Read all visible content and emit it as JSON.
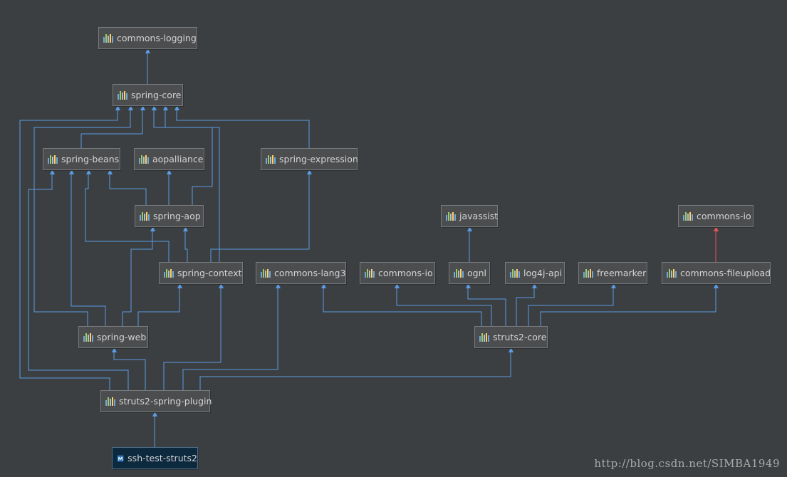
{
  "colors": {
    "background": "#3c3f41",
    "edge": "#5a9be3",
    "edge_conflict": "#e05555"
  },
  "nodes": [
    {
      "id": "commons-logging",
      "label": "commons-logging",
      "icon": "library-icon"
    },
    {
      "id": "spring-core",
      "label": "spring-core",
      "icon": "library-icon"
    },
    {
      "id": "spring-beans",
      "label": "spring-beans",
      "icon": "library-icon"
    },
    {
      "id": "aopalliance",
      "label": "aopalliance",
      "icon": "library-icon"
    },
    {
      "id": "spring-expression",
      "label": "spring-expression",
      "icon": "library-icon"
    },
    {
      "id": "spring-aop",
      "label": "spring-aop",
      "icon": "library-icon"
    },
    {
      "id": "javassist",
      "label": "javassist",
      "icon": "library-icon"
    },
    {
      "id": "commons-io-top",
      "label": "commons-io",
      "icon": "library-icon"
    },
    {
      "id": "spring-context",
      "label": "spring-context",
      "icon": "library-icon"
    },
    {
      "id": "commons-lang3",
      "label": "commons-lang3",
      "icon": "library-icon"
    },
    {
      "id": "commons-io",
      "label": "commons-io",
      "icon": "library-icon"
    },
    {
      "id": "ognl",
      "label": "ognl",
      "icon": "library-icon"
    },
    {
      "id": "log4j-api",
      "label": "log4j-api",
      "icon": "library-icon"
    },
    {
      "id": "freemarker",
      "label": "freemarker",
      "icon": "library-icon"
    },
    {
      "id": "commons-fileupload",
      "label": "commons-fileupload",
      "icon": "library-icon"
    },
    {
      "id": "spring-web",
      "label": "spring-web",
      "icon": "library-icon"
    },
    {
      "id": "struts2-core",
      "label": "struts2-core",
      "icon": "library-icon"
    },
    {
      "id": "struts2-spring-plugin",
      "label": "struts2-spring-plugin",
      "icon": "library-icon"
    },
    {
      "id": "ssh-test-struts2",
      "label": "ssh-test-struts2",
      "icon": "maven-module-icon",
      "root": true
    }
  ],
  "edges": [
    {
      "from": "spring-core",
      "to": "commons-logging"
    },
    {
      "from": "spring-beans",
      "to": "spring-core"
    },
    {
      "from": "spring-expression",
      "to": "spring-core"
    },
    {
      "from": "spring-aop",
      "to": "spring-beans"
    },
    {
      "from": "spring-aop",
      "to": "aopalliance"
    },
    {
      "from": "spring-aop",
      "to": "spring-core"
    },
    {
      "from": "spring-context",
      "to": "spring-aop"
    },
    {
      "from": "spring-context",
      "to": "spring-beans"
    },
    {
      "from": "spring-context",
      "to": "spring-core"
    },
    {
      "from": "spring-context",
      "to": "spring-expression"
    },
    {
      "from": "spring-web",
      "to": "spring-beans"
    },
    {
      "from": "spring-web",
      "to": "spring-aop"
    },
    {
      "from": "spring-web",
      "to": "spring-core"
    },
    {
      "from": "spring-web",
      "to": "spring-context"
    },
    {
      "from": "ognl",
      "to": "javassist"
    },
    {
      "from": "commons-fileupload",
      "to": "commons-io-top",
      "conflict": true
    },
    {
      "from": "struts2-core",
      "to": "commons-lang3"
    },
    {
      "from": "struts2-core",
      "to": "commons-io"
    },
    {
      "from": "struts2-core",
      "to": "ognl"
    },
    {
      "from": "struts2-core",
      "to": "log4j-api"
    },
    {
      "from": "struts2-core",
      "to": "freemarker"
    },
    {
      "from": "struts2-core",
      "to": "commons-fileupload"
    },
    {
      "from": "struts2-spring-plugin",
      "to": "spring-beans"
    },
    {
      "from": "struts2-spring-plugin",
      "to": "spring-core"
    },
    {
      "from": "struts2-spring-plugin",
      "to": "spring-web"
    },
    {
      "from": "struts2-spring-plugin",
      "to": "spring-context"
    },
    {
      "from": "struts2-spring-plugin",
      "to": "commons-lang3"
    },
    {
      "from": "struts2-spring-plugin",
      "to": "struts2-core"
    },
    {
      "from": "ssh-test-struts2",
      "to": "struts2-spring-plugin"
    }
  ],
  "watermark": "http://blog.csdn.net/SIMBA1949"
}
